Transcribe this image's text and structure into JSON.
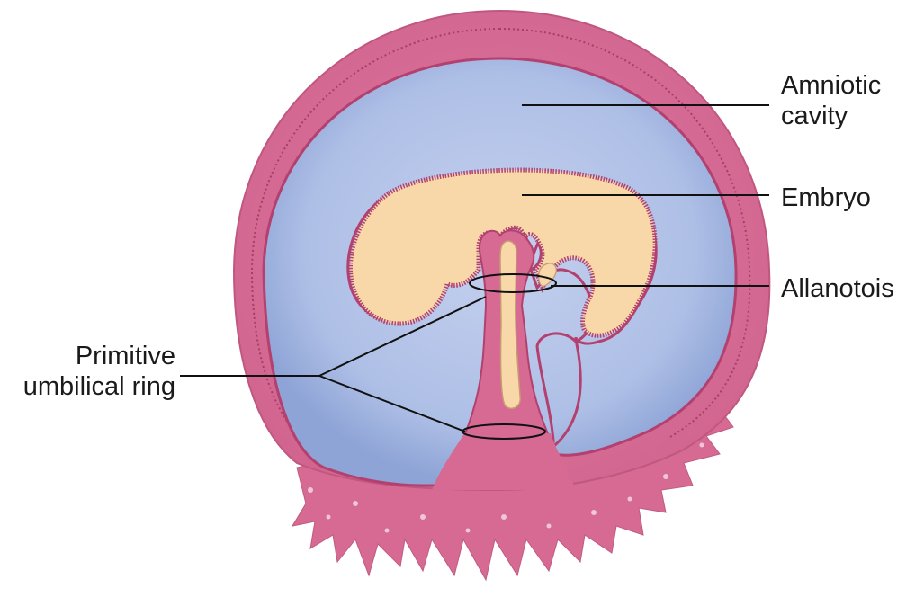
{
  "labels": {
    "amniotic_cavity": {
      "line1": "Amniotic",
      "line2": "cavity"
    },
    "embryo": "Embryo",
    "allantois": "Allanotois",
    "umbilical_ring": {
      "line1": "Primitive",
      "line2": "umbilical ring"
    }
  },
  "colors": {
    "membrane": "#d66a93",
    "membrane_dark": "#b3406e",
    "cavity": "#9fb3df",
    "cavity_light": "#c4d0ee",
    "embryo": "#f8d7a8",
    "background": "#ffffff",
    "line": "#111111"
  }
}
